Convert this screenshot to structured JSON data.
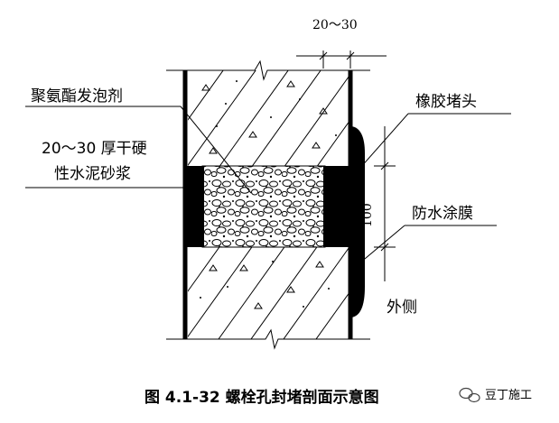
{
  "labels": {
    "dimension_top": "20～30",
    "dimension_side": "100",
    "foam": "聚氨酯发泡剂",
    "mortar_line1": "20～30 厚干硬",
    "mortar_line2": "性水泥砂浆",
    "rubber_plug": "橡胶堵头",
    "waterproof_coating": "防水涂膜",
    "outside": "外侧"
  },
  "caption": "图 4.1-32  螺栓孔封堵剖面示意图",
  "watermark": "豆丁施工"
}
